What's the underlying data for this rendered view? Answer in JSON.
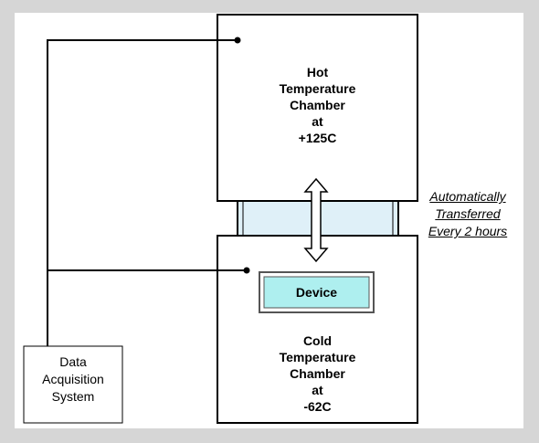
{
  "diagram": {
    "hot_chamber": {
      "label": "Hot\nTemperature\nChamber\nat\n+125C"
    },
    "cold_chamber": {
      "label": "Cold\nTemperature\nChamber\nat\n-62C"
    },
    "device": {
      "label": "Device",
      "fill": "#aeefef"
    },
    "daq": {
      "label": "Data\nAcquisition\nSystem"
    },
    "transfer_note": {
      "label": "Automatically\nTransferred\nEvery 2 hours"
    },
    "colors": {
      "stroke": "#000000",
      "connector_fill": "#dff0f8",
      "arrow_fill": "#ffffff",
      "background": "#d6d6d6"
    }
  }
}
